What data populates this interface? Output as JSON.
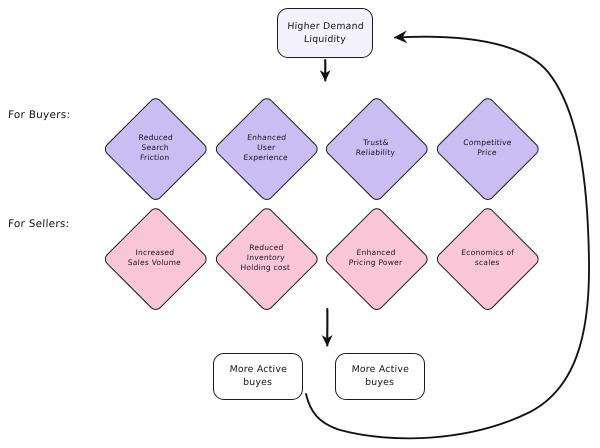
{
  "diagram": {
    "title_node": {
      "id": "higher-demand-liquidity",
      "label": "Higher Demand\nLiquidity",
      "fill": "#f3f1fb",
      "stroke": "#1b1b1f",
      "shape": "rounded-rect"
    },
    "row_labels": {
      "buyers": "For Buyers:",
      "sellers": "For Sellers:"
    },
    "buyers_row": {
      "fill": "#c9bdf2",
      "stroke": "#1b1b1f",
      "shape": "diamond",
      "nodes": [
        {
          "id": "reduced-search-friction",
          "label": "Reduced\nSearch\nFriction"
        },
        {
          "id": "enhanced-user-experience",
          "label": "Enhanced\nUser\nExperience"
        },
        {
          "id": "trust-reliability",
          "label": "Trust&\nReliability"
        },
        {
          "id": "competitive-price",
          "label": "Competitive\nPrice"
        }
      ]
    },
    "sellers_row": {
      "fill": "#f9c6d8",
      "stroke": "#1b1b1f",
      "shape": "diamond",
      "nodes": [
        {
          "id": "increased-sales-volume",
          "label": "Increased\nSales Volume"
        },
        {
          "id": "reduced-inventory-holding-cost",
          "label": "Reduced\nInventory\nHolding cost"
        },
        {
          "id": "enhanced-pricing-power",
          "label": "Enhanced\nPricing Power"
        },
        {
          "id": "economics-of-scales",
          "label": "Economics of\nscales"
        }
      ]
    },
    "bottom_nodes": [
      {
        "id": "more-active-buyers-left",
        "label": "More Active buyes",
        "fill": "#ffffff",
        "stroke": "#1b1b1f"
      },
      {
        "id": "more-active-buyers-right",
        "label": "More Active buyes",
        "fill": "#ffffff",
        "stroke": "#1b1b1f"
      }
    ],
    "edges": [
      {
        "id": "top-down-arrow",
        "from": "higher-demand-liquidity",
        "to": "buyers-row",
        "style": "straight-arrow-down"
      },
      {
        "id": "sellers-down-arrow",
        "from": "sellers-row",
        "to": "bottom-boxes",
        "style": "straight-arrow-down"
      },
      {
        "id": "feedback-loop",
        "from": "more-active-buyers-left",
        "to": "higher-demand-liquidity",
        "style": "curved-arrow-left"
      }
    ],
    "edge_color": "#111115",
    "background": "#ffffff"
  }
}
